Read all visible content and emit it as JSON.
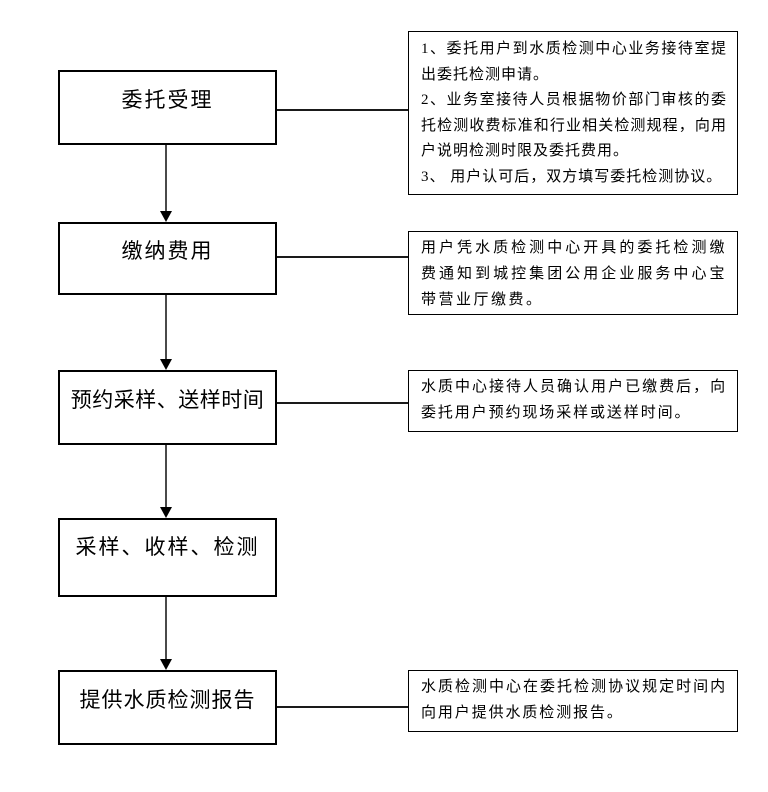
{
  "diagram": {
    "type": "flowchart",
    "steps": [
      {
        "label": "委托受理"
      },
      {
        "label": "缴纳费用"
      },
      {
        "label": "预约采样、送样时间"
      },
      {
        "label": "采样、收样、检测"
      },
      {
        "label": "提供水质检测报告"
      }
    ],
    "notes": {
      "n1": {
        "item1": "1、委托用户到水质检测中心业务接待室提出委托检测申请。",
        "item2": "2、业务室接待人员根据物价部门审核的委托检测收费标准和行业相关检测规程，向用户说明检测时限及委托费用。",
        "item3": "3、 用户认可后，双方填写委托检测协议。"
      },
      "n2": "用户凭水质检测中心开具的委托检测缴费通知到城控集团公用企业服务中心宝带营业厅缴费。",
      "n3": "水质中心接待人员确认用户已缴费后，向委托用户预约现场采样或送样时间。",
      "n4": "水质检测中心在委托检测协议规定时间内向用户提供水质检测报告。"
    },
    "colors": {
      "box_border": "#000000",
      "text": "#000000",
      "arrow_line": "#4a4a4a",
      "arrow_head": "#000000",
      "connector_line": "#1a1a1a",
      "background": "#ffffff"
    }
  }
}
